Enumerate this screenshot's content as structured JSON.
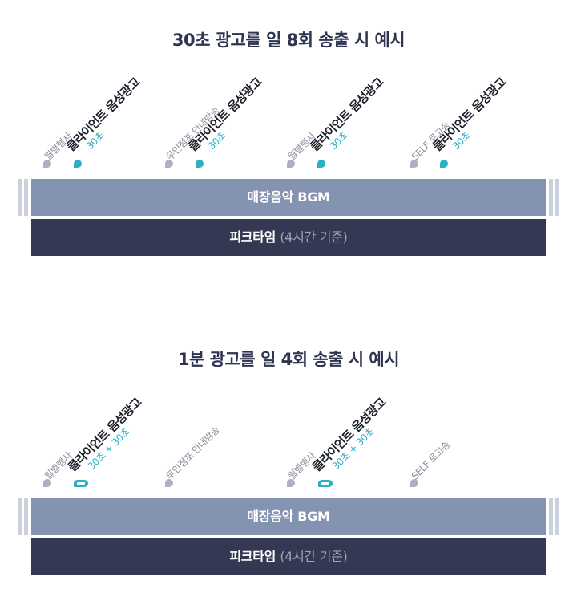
{
  "section1": {
    "title": "30초 광고를 일 8회 송출 시 예시",
    "markers": [
      {
        "label": "월별행사",
        "kind": "minor"
      },
      {
        "label": "클라이언트 음성광고",
        "sub": "30초",
        "kind": "client"
      },
      {
        "label": "무인점포 안내방송",
        "kind": "minor"
      },
      {
        "label": "클라이언트 음성광고",
        "sub": "30초",
        "kind": "client"
      },
      {
        "label": "월별행사",
        "kind": "minor"
      },
      {
        "label": "클라이언트 음성광고",
        "sub": "30초",
        "kind": "client"
      },
      {
        "label": "SELF 로고송",
        "kind": "minor"
      },
      {
        "label": "클라이언트 음성광고",
        "sub": "30초",
        "kind": "client"
      }
    ],
    "bgm_label": "매장음악 BGM",
    "peak_label": "피크타임",
    "peak_basis": "(4시간 기준)"
  },
  "section2": {
    "title": "1분 광고를 일 4회 송출 시 예시",
    "markers": [
      {
        "label": "월별행사",
        "kind": "minor"
      },
      {
        "label": "클라이언트 음성광고",
        "sub": "30초 + 30초",
        "kind": "client-long"
      },
      {
        "label": "무인점포 안내방송",
        "kind": "minor"
      },
      {
        "label": "월별행사",
        "kind": "minor"
      },
      {
        "label": "클라이언트 음성광고",
        "sub": "30초 + 30초",
        "kind": "client-long"
      },
      {
        "label": "SELF 로고송",
        "kind": "minor"
      }
    ],
    "bgm_label": "매장음악 BGM",
    "peak_label": "피크타임",
    "peak_basis": "(4시간 기준)"
  },
  "colors": {
    "title": "#2f3450",
    "marker_gray": "#aab1c2",
    "accent_teal": "#2ab0c5",
    "bgm_bar": "#8493b2",
    "peak_bar": "#353852"
  }
}
